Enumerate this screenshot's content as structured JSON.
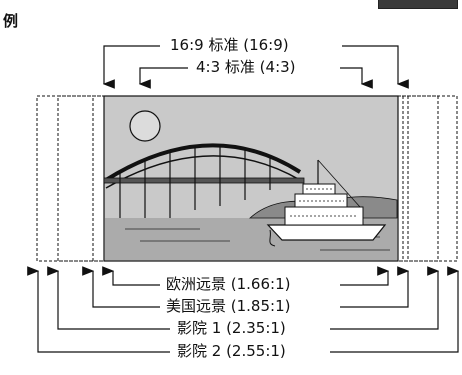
{
  "header": {
    "label": "例"
  },
  "labels": {
    "wide_169": "16:9 标准 (16:9)",
    "std_43": "4:3 标准 (4:3)",
    "eu_vista": "欧洲远景 (1.66:1)",
    "us_vista": "美国远景 (1.85:1)",
    "cinema1": "影院 1 (2.35:1)",
    "cinema2": "影院 2 (2.55:1)"
  },
  "colors": {
    "line": "#111111",
    "sky": "#c8c8c8",
    "water": "#a9a9a9",
    "land": "#bcbcbc"
  }
}
